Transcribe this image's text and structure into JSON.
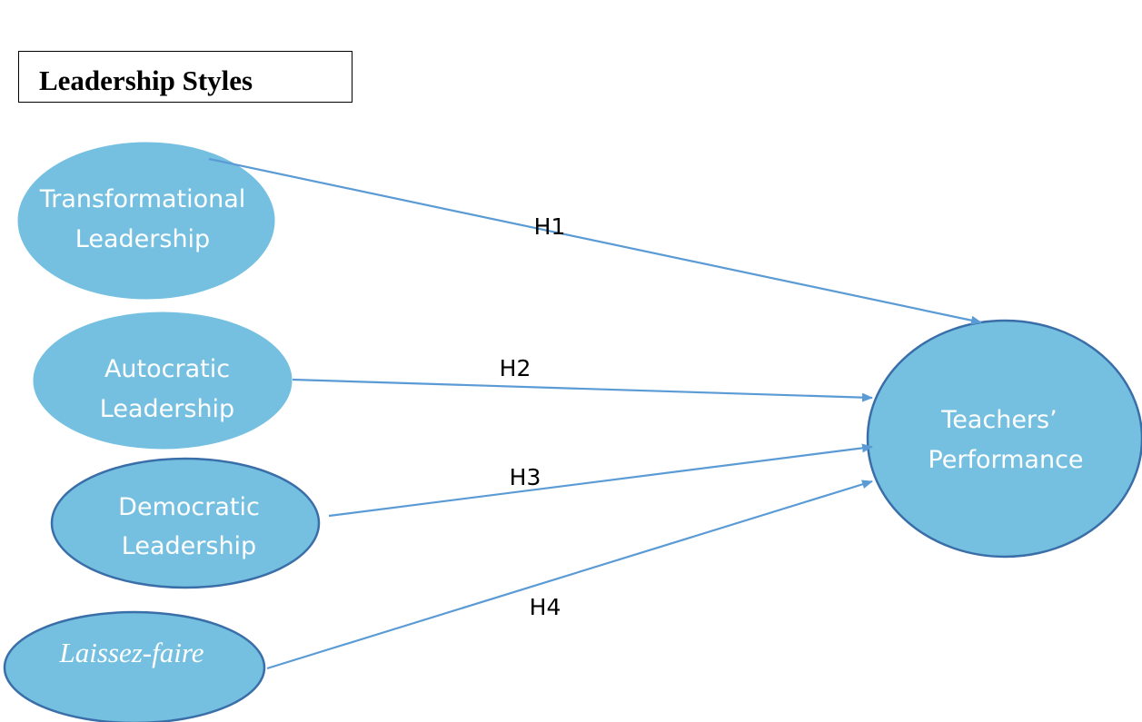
{
  "title": "Leadership Styles",
  "colors": {
    "node_fill": "#75c0e0",
    "node_stroke": "#3a6ea8",
    "arrow": "#5b9bd5",
    "node_text": "#ffffff",
    "label_text": "#000000"
  },
  "nodes": {
    "transformational": {
      "line1": "Transformational",
      "line2": "Leadership"
    },
    "autocratic": {
      "line1": "Autocratic",
      "line2": "Leadership"
    },
    "democratic": {
      "line1": "Democratic",
      "line2": "Leadership"
    },
    "laissez_faire": {
      "line1": "Laissez-faire"
    },
    "teachers_performance": {
      "line1": "Teachers’",
      "line2": "Performance"
    }
  },
  "hypotheses": {
    "h1": "H1",
    "h2": "H2",
    "h3": "H3",
    "h4": "H4"
  }
}
